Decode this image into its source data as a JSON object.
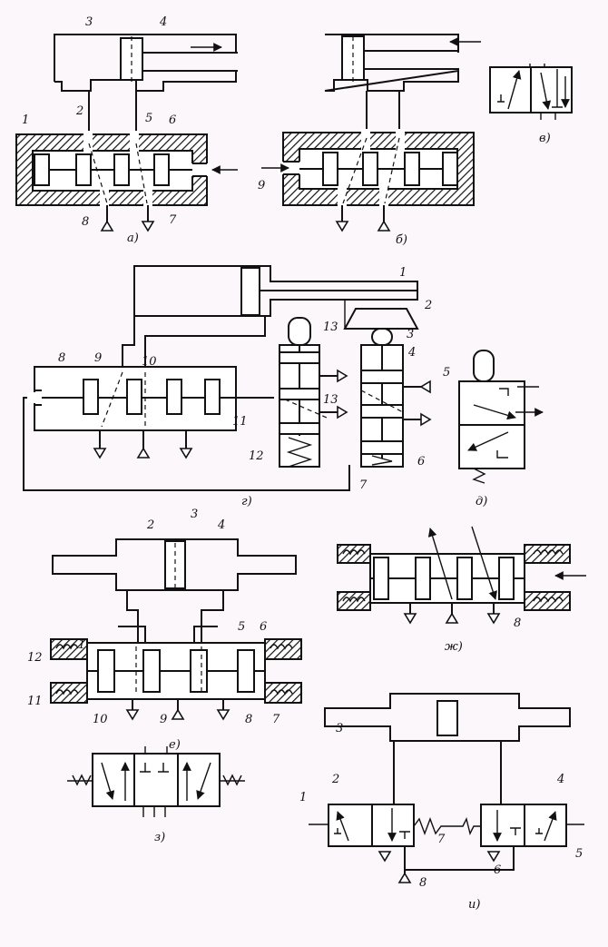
{
  "figure_a": {
    "caption": "а)",
    "labels": [
      "1",
      "2",
      "3",
      "4",
      "5",
      "6",
      "7",
      "8"
    ]
  },
  "figure_b": {
    "caption": "б)",
    "labels": [
      "9"
    ]
  },
  "figure_v": {
    "caption": "в)"
  },
  "figure_g": {
    "caption": "г)",
    "labels": [
      "1",
      "2",
      "3",
      "4",
      "5",
      "6",
      "7",
      "8",
      "9",
      "10",
      "11",
      "12",
      "13",
      "13"
    ]
  },
  "figure_d": {
    "caption": "д)"
  },
  "figure_e": {
    "caption": "е)",
    "labels": [
      "1",
      "2",
      "3",
      "4",
      "5",
      "6",
      "7",
      "8",
      "9",
      "10",
      "11",
      "12"
    ]
  },
  "figure_zh": {
    "caption": "ж)",
    "labels": [
      "8"
    ]
  },
  "figure_z": {
    "caption": "з)"
  },
  "figure_i": {
    "caption": "и)",
    "labels": [
      "1",
      "2",
      "3",
      "4",
      "5",
      "6",
      "7",
      "8"
    ]
  }
}
